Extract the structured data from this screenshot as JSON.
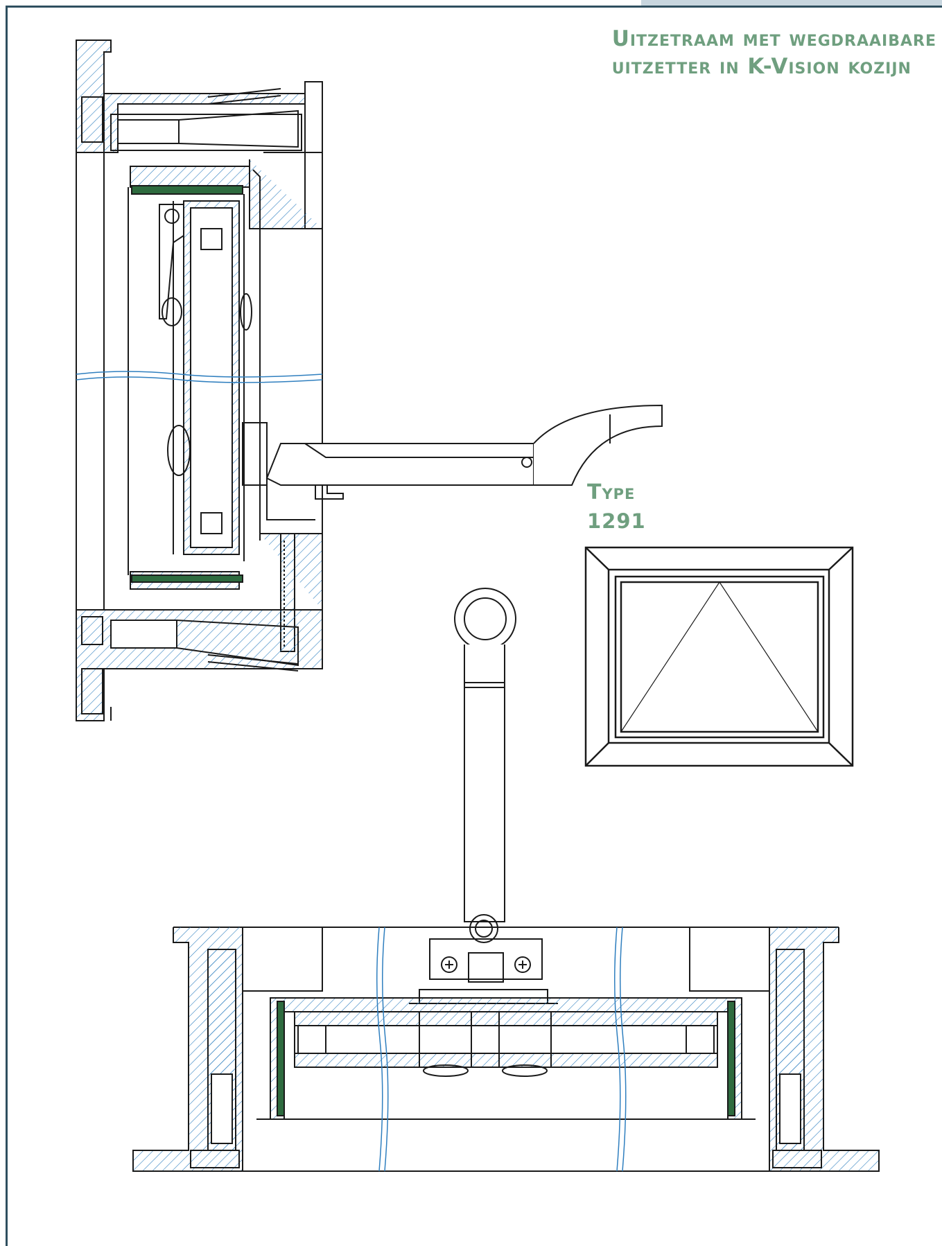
{
  "title": {
    "line1": "Uitzetraam met wegdraaibare",
    "line2": "uitzetter in K-Vision kozijn"
  },
  "type_label": {
    "word": "Type",
    "number": "1291"
  },
  "colors": {
    "line": "#1a1a1a",
    "hatch": "#2f7fbf",
    "gasket": "#2e6b3f",
    "accent_text": "#6f9f7f",
    "border": "#2f4f5f"
  }
}
